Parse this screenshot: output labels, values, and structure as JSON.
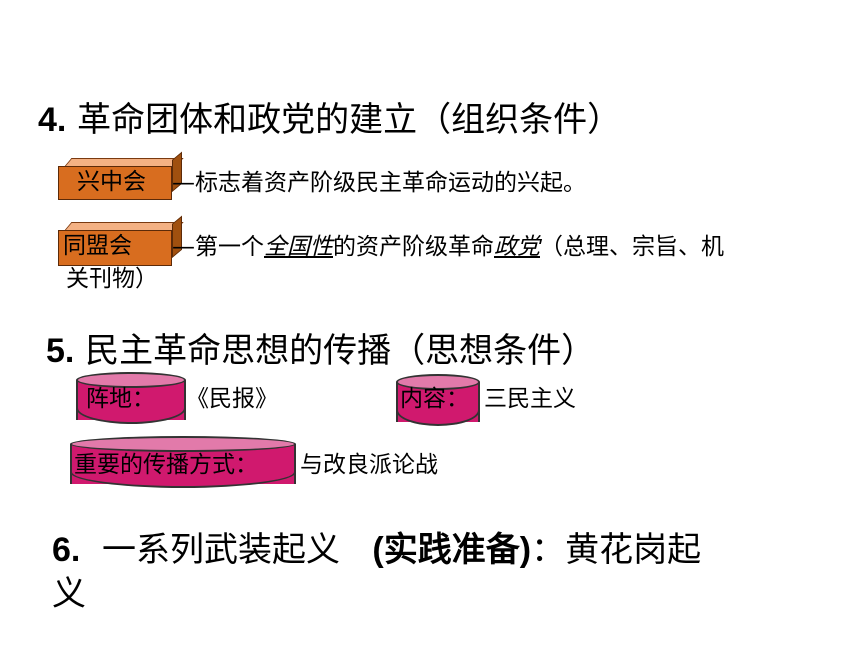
{
  "section4": {
    "number": "4.",
    "title": "革命团体和政党的建立（组织条件）",
    "item1": {
      "box": "兴中会",
      "text": "标志着资产阶级民主革命运动的兴起。"
    },
    "item2": {
      "box": "同盟会",
      "text_before": "第一个",
      "em1": "全国性",
      "text_middle": "的资产阶级革命",
      "em2": "政党",
      "text_after": "（总理、宗旨、机",
      "text_line2": "关刊物）"
    }
  },
  "section5": {
    "number": "5.",
    "title": "民主革命思想的传播（思想条件）",
    "base_label": "阵地：",
    "base_value": "《民报》",
    "content_label": "内容：",
    "content_value": "三民主义",
    "method_label": "重要的传播方式：",
    "method_value": "与改良派论战"
  },
  "section6": {
    "number": "6.",
    "title_line1": "一系列武装起义",
    "paren": "(实践准备)",
    "colon_text": "：黄花岗起",
    "title_line2": "义"
  },
  "colors": {
    "box_orange": "#d86d1f",
    "cylinder_magenta": "#d0196e"
  }
}
